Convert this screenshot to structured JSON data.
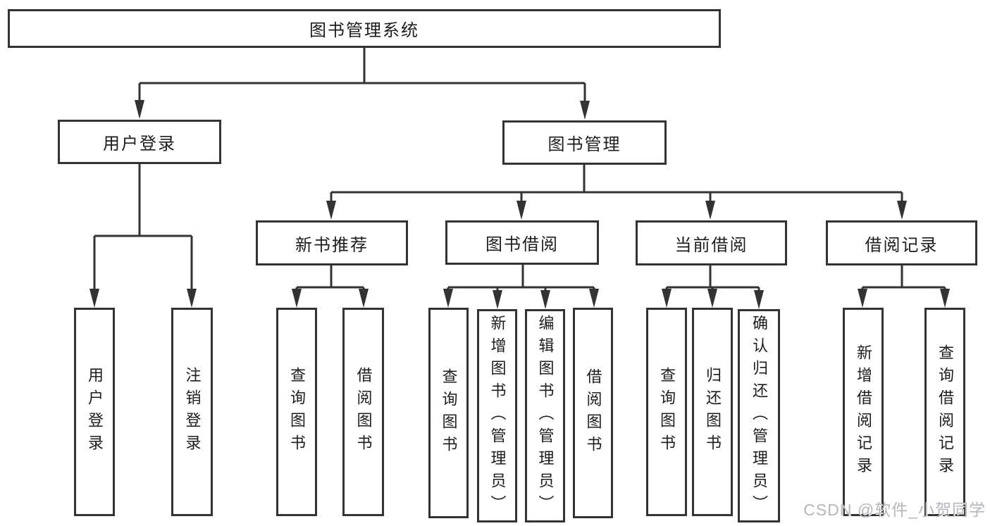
{
  "diagram_title": "图书管理系统",
  "tree": {
    "label": "图书管理系统",
    "children": [
      {
        "label": "用户登录",
        "children": [
          {
            "label": "用户登录"
          },
          {
            "label": "注销登录"
          }
        ]
      },
      {
        "label": "图书管理",
        "children": [
          {
            "label": "新书推荐",
            "children": [
              {
                "label": "查询图书"
              },
              {
                "label": "借阅图书"
              }
            ]
          },
          {
            "label": "图书借阅",
            "children": [
              {
                "label": "查询图书"
              },
              {
                "label": "新增图书（管理员）"
              },
              {
                "label": "编辑图书（管理员）"
              },
              {
                "label": "借阅图书"
              }
            ]
          },
          {
            "label": "当前借阅",
            "children": [
              {
                "label": "查询图书"
              },
              {
                "label": "归还图书"
              },
              {
                "label": "确认归还（管理员）"
              }
            ]
          },
          {
            "label": "借阅记录",
            "children": [
              {
                "label": "新增借阅记录"
              },
              {
                "label": "查询借阅记录"
              }
            ]
          }
        ]
      }
    ]
  },
  "watermark": {
    "text": "CSDN @软件_小贺同学"
  },
  "colors": {
    "line": "#333333",
    "box_border": "#333333",
    "text": "#1d1d1f",
    "watermark": "#b4b7bb",
    "background": "#ffffff"
  }
}
